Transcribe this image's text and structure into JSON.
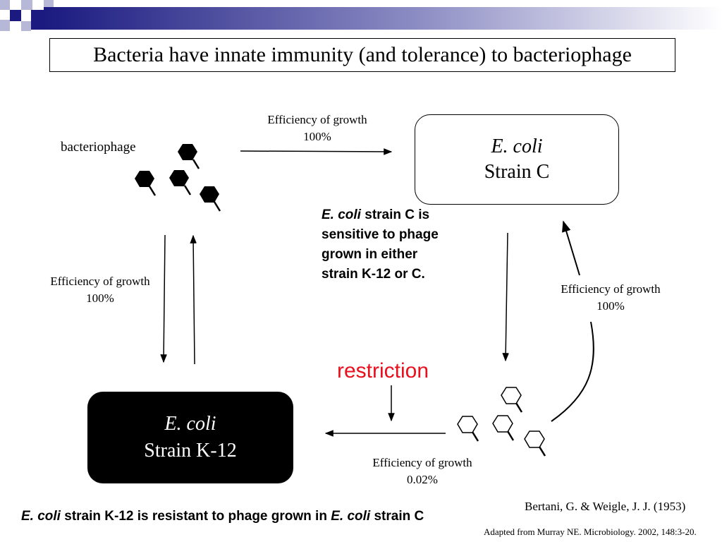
{
  "title": "Bacteria have innate immunity (and tolerance) to bacteriophage",
  "phage_label": "bacteriophage",
  "efficiency_top": {
    "label": "Efficiency of growth",
    "value": "100%"
  },
  "efficiency_left": {
    "label": "Efficiency of growth",
    "value": "100%"
  },
  "efficiency_right": {
    "label": "Efficiency of growth",
    "value": "100%"
  },
  "efficiency_bottom": {
    "label": "Efficiency of growth",
    "value": "0.02%"
  },
  "strain_c": {
    "species": "E. coli",
    "strain": "Strain C"
  },
  "strain_k12": {
    "species": "E. coli",
    "strain": "Strain K-12"
  },
  "note_c": {
    "species": "E. coli",
    "rest_line1": " strain C is",
    "line2": "sensitive to phage",
    "line3": "grown in either",
    "line4": "strain K-12 or C."
  },
  "restriction": {
    "label": "restriction",
    "color": "#e8101c"
  },
  "note_k12": {
    "species1": "E. coli",
    "middle": " strain K-12 is resistant to phage grown in ",
    "species2": "E. coli",
    "end": " strain C"
  },
  "citation": "Bertani, G. & Weigle, J. J. (1953)",
  "adapted": "Adapted from Murray NE. Microbiology. 2002, 148:3-20.",
  "colors": {
    "banner_dark": "#1a1a80",
    "banner_light": "#9a9ac8",
    "phage_filled": "#000000",
    "phage_empty": "#ffffff"
  }
}
